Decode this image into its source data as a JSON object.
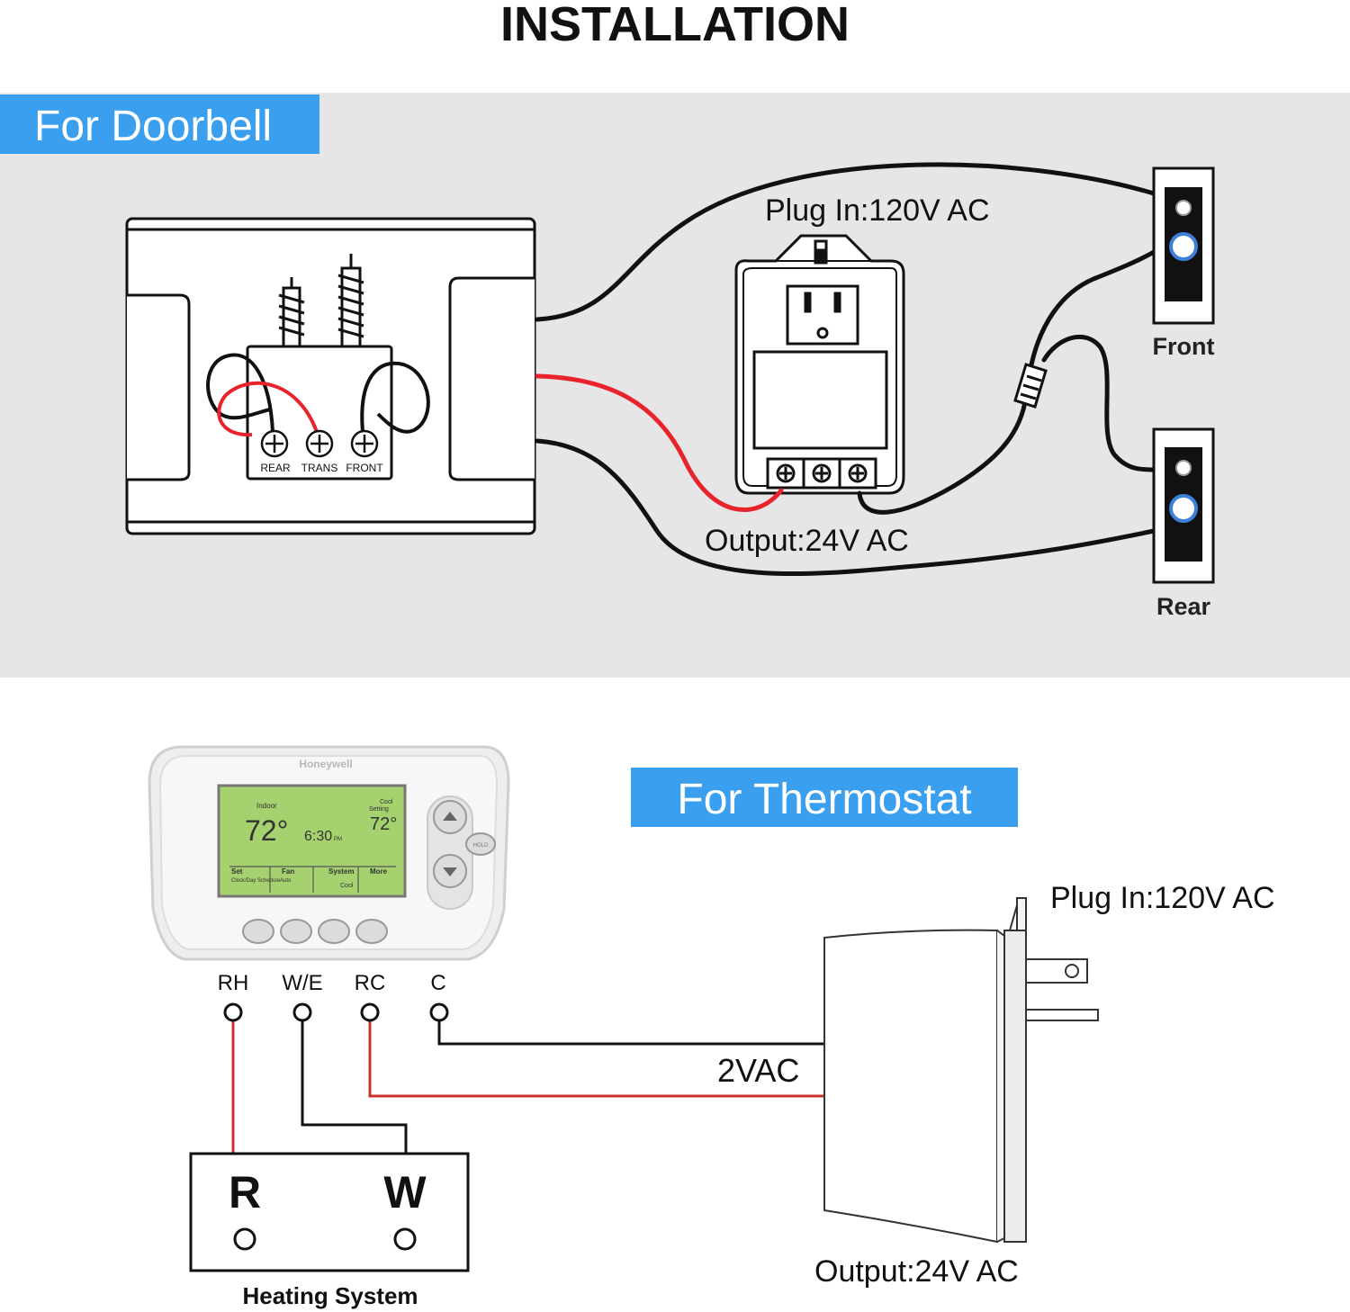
{
  "title": "INSTALLATION",
  "doorbell": {
    "section_label": "For Doorbell",
    "chime_terminals": [
      "REAR",
      "TRANS",
      "FRONT"
    ],
    "plug_label": "Plug In:120V AC",
    "output_label": "Output:24V AC",
    "front_button_label": "Front",
    "rear_button_label": "Rear"
  },
  "thermostat": {
    "section_label": "For Thermostat",
    "brand": "Honeywell",
    "screen": {
      "indoor_label": "Indoor",
      "indoor_temp": "72°",
      "time": "6:30",
      "time_suffix": "PM",
      "cool_label": "Cool",
      "setting_label": "Setting",
      "set_temp": "72°",
      "menu": [
        {
          "title": "Set",
          "sub": "Clock/Day Schedule"
        },
        {
          "title": "Fan",
          "sub": "Auto"
        },
        {
          "title": "System",
          "sub": "Cool"
        },
        {
          "title": "More",
          "sub": ""
        }
      ]
    },
    "hold_label": "HOLD",
    "terminals": [
      "RH",
      "W/E",
      "RC",
      "C"
    ],
    "wire_label": "2VAC",
    "heating_terminals": [
      "R",
      "W"
    ],
    "heating_label": "Heating System",
    "plug_label": "Plug In:120V AC",
    "output_label": "Output:24V AC"
  },
  "colors": {
    "accent_blue": "#3b9ff0",
    "panel_gray": "#e6e6e6",
    "wire_red": "#e8232b",
    "thin_red": "#c9302c",
    "lcd_green": "#a6d16f",
    "button_blue": "#3d7fd9"
  }
}
